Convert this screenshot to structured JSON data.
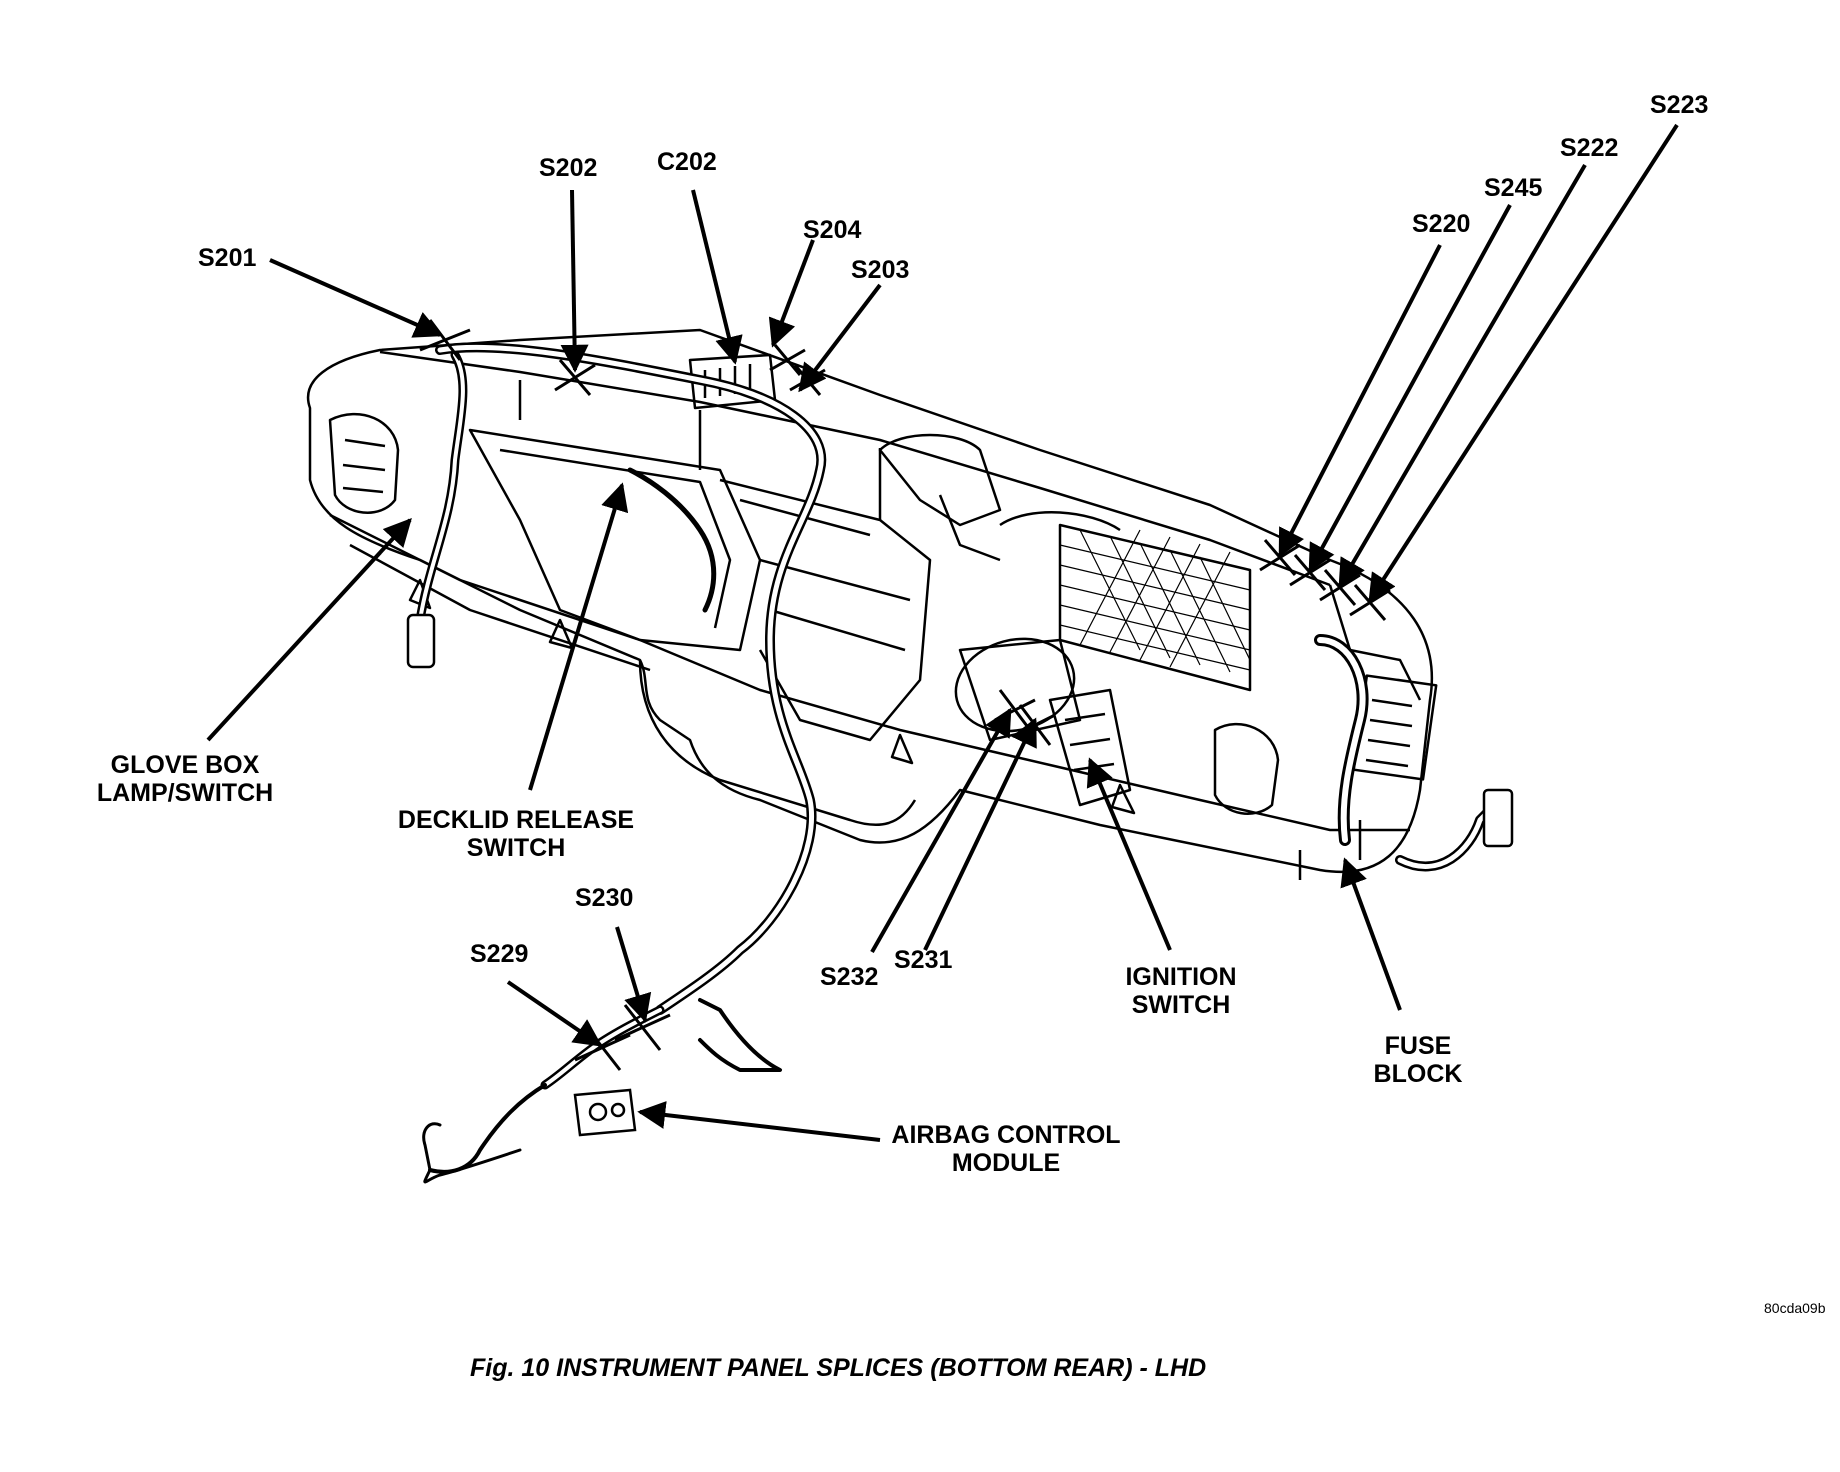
{
  "caption": "Fig. 10 INSTRUMENT PANEL SPLICES (BOTTOM REAR) - LHD",
  "figure_id": "80cda09b",
  "callouts": {
    "s201": "S201",
    "s202": "S202",
    "c202": "C202",
    "s204": "S204",
    "s203": "S203",
    "s220": "S220",
    "s245": "S245",
    "s222": "S222",
    "s223": "S223",
    "glove_box": [
      "GLOVE BOX",
      "LAMP/SWITCH"
    ],
    "decklid": [
      "DECKLID RELEASE",
      "SWITCH"
    ],
    "s230": "S230",
    "s229": "S229",
    "airbag": [
      "AIRBAG CONTROL",
      "MODULE"
    ],
    "s232": "S232",
    "s231": "S231",
    "ignition": [
      "IGNITION",
      "SWITCH"
    ],
    "fuse_block": [
      "FUSE",
      "BLOCK"
    ]
  }
}
